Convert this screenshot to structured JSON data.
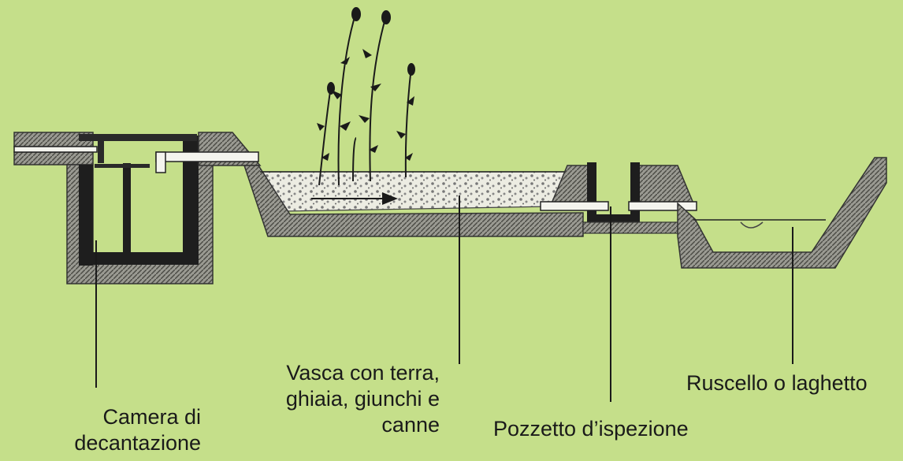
{
  "labels": {
    "camera": [
      "Camera di",
      "decantazione"
    ],
    "vasca": [
      "Vasca con terra,",
      "ghiaia, giunchi e",
      "canne"
    ],
    "pozzetto": [
      "Pozzetto d’ispezione"
    ],
    "ruscello": [
      "Ruscello o laghetto"
    ]
  },
  "colors": {
    "background": "#c5df8a",
    "ink": "#1a1a1a",
    "soil": "#8c8c84",
    "gravel": "#e8e8de"
  }
}
